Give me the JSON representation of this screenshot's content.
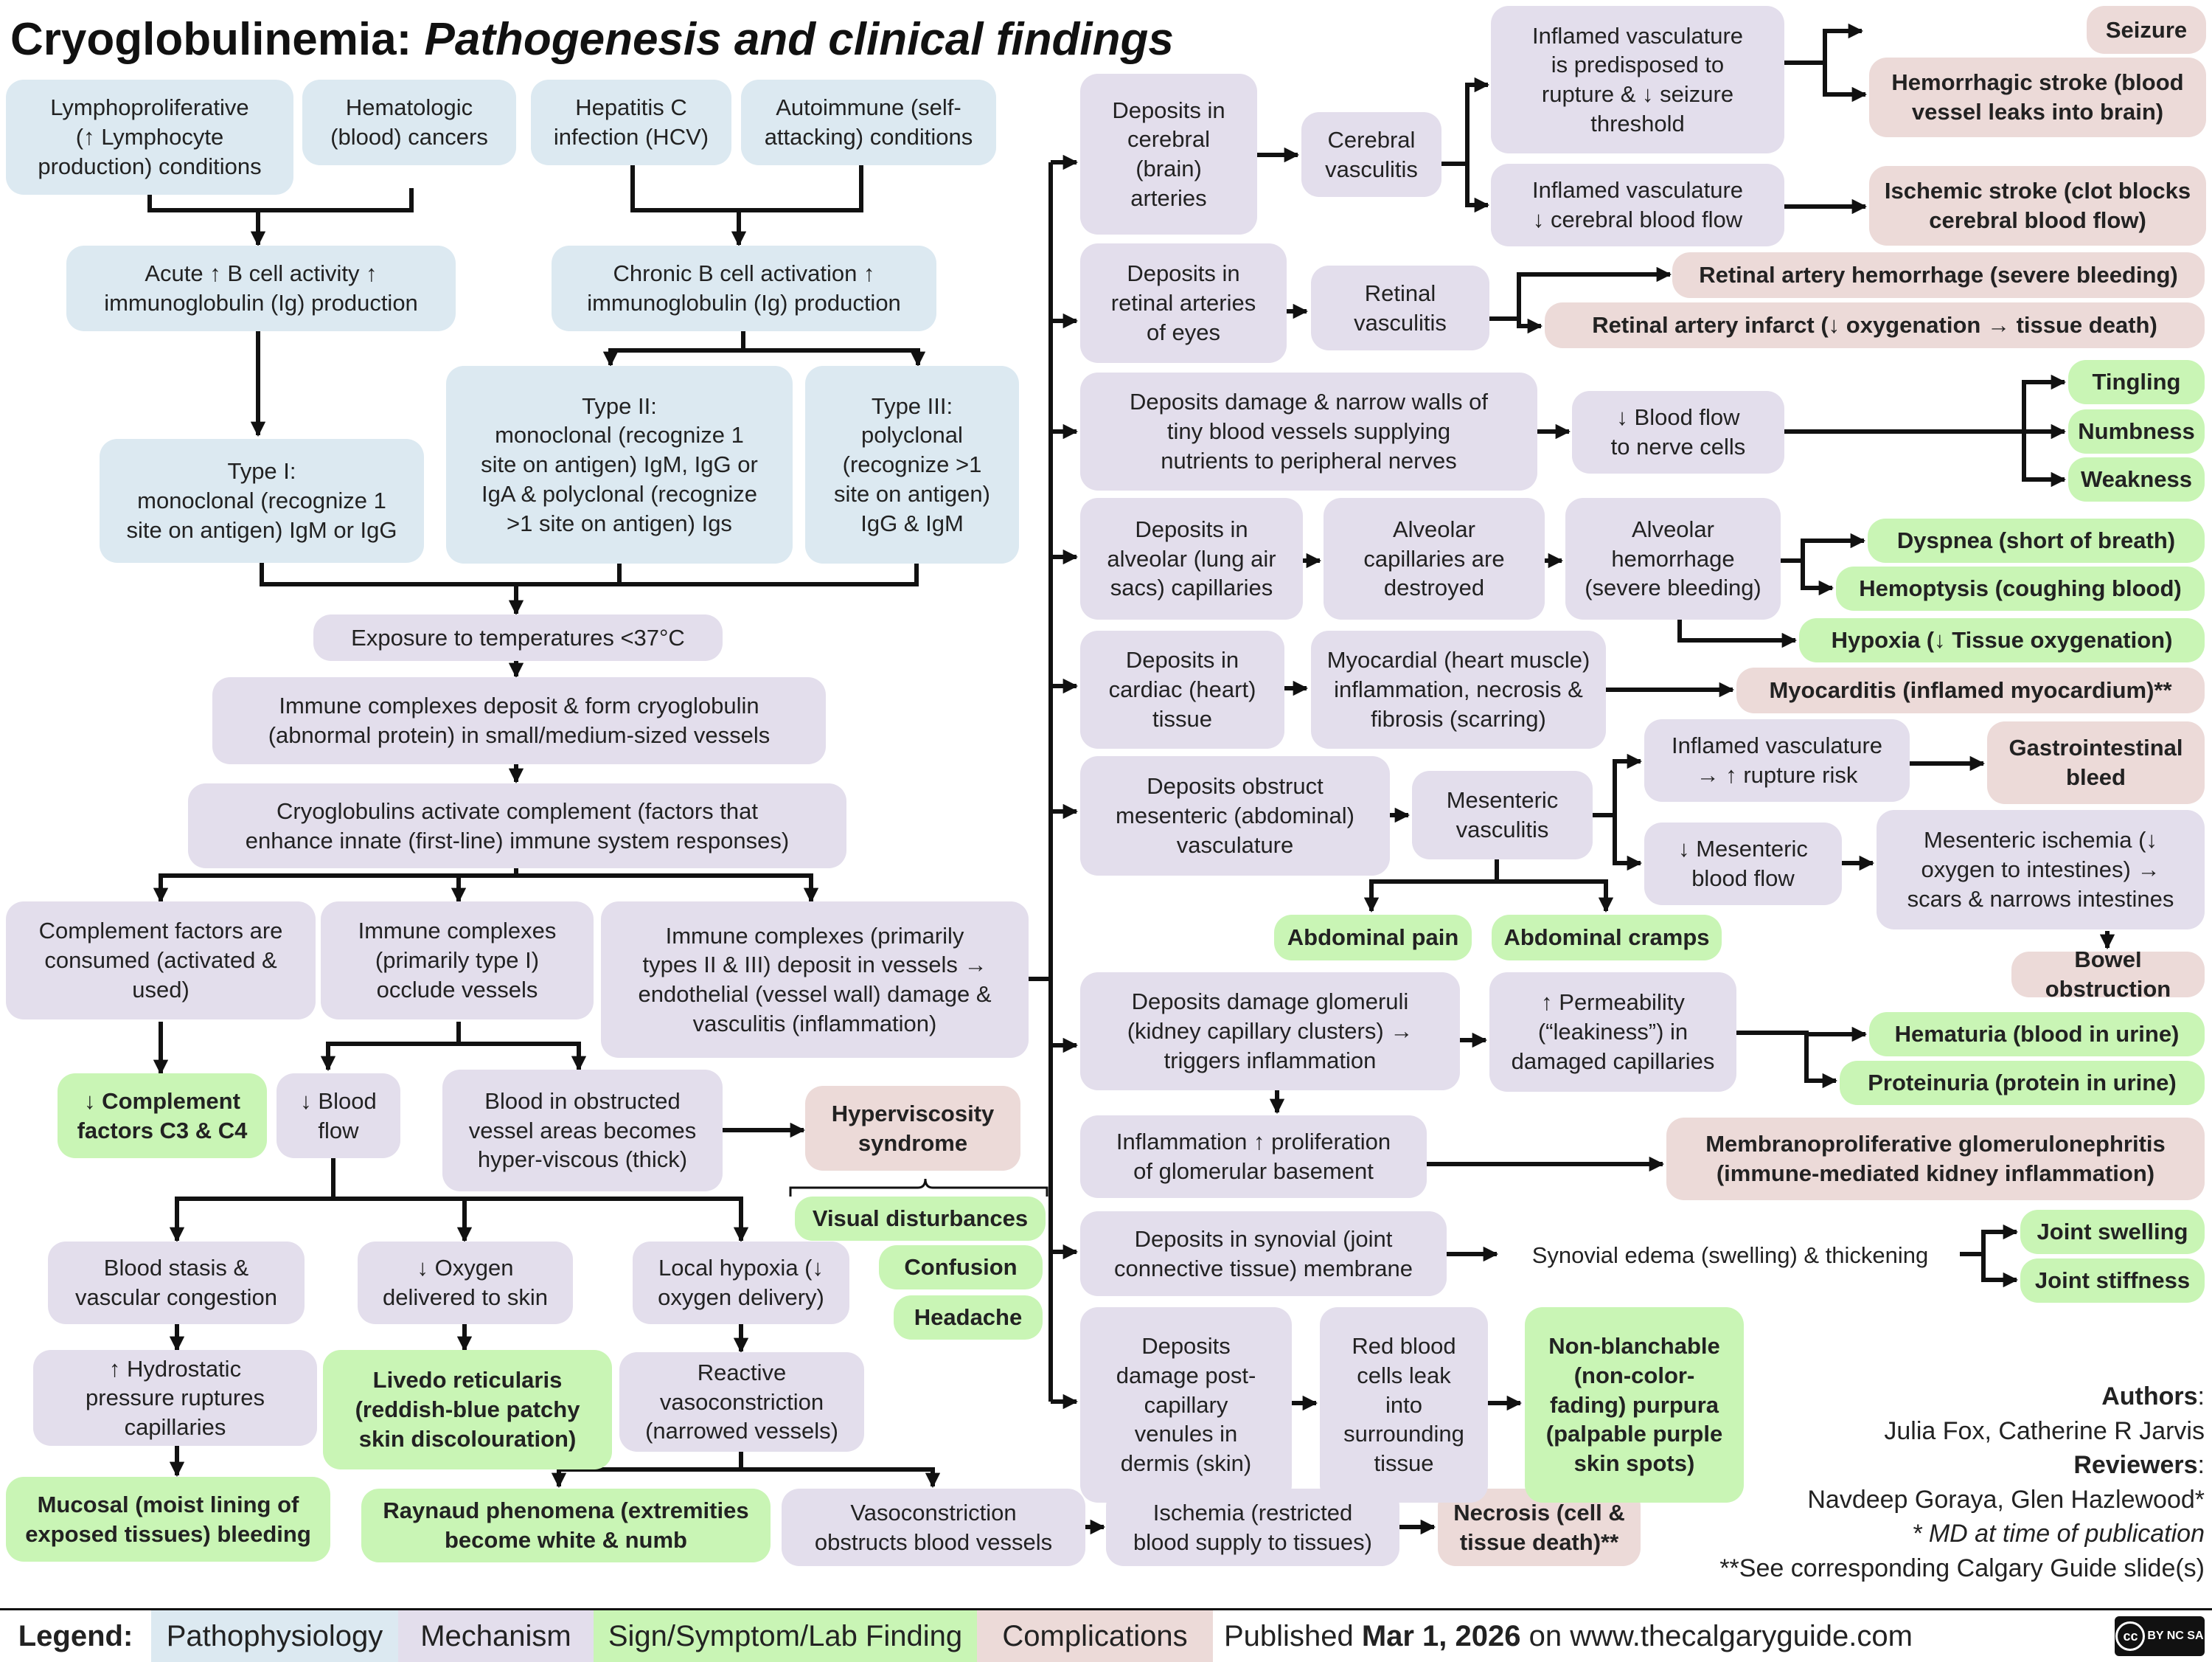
{
  "title": {
    "main": "Cryoglobulinemia:",
    "sub": "Pathogenesis and clinical findings"
  },
  "boxes": {
    "lympho": "Lymphoproliferative\n(↑ Lymphocyte\nproduction) conditions",
    "heme": "Hematologic\n(blood) cancers",
    "hcv": "Hepatitis C\ninfection (HCV)",
    "autoimmune": "Autoimmune (self-\nattacking) conditions",
    "acute_b": "Acute ↑ B cell activity ↑\nimmunoglobulin (Ig) production",
    "chronic_b": "Chronic B cell activation ↑\nimmunoglobulin (Ig) production",
    "type1": "Type I:\nmonoclonal (recognize 1\nsite on antigen) IgM or IgG",
    "type2": "Type II:\nmonoclonal (recognize 1\nsite on antigen) IgM, IgG or\nIgA & polyclonal (recognize\n>1 site on antigen) Igs",
    "type3": "Type III:\npolyclonal\n(recognize >1\nsite on antigen)\nIgG & IgM",
    "exposure": "Exposure to temperatures <37°C",
    "immune_deposit": "Immune complexes deposit & form cryoglobulin\n(abnormal protein) in small/medium-sized vessels",
    "activate_complement": "Cryoglobulins activate complement (factors that\nenhance innate (first-line) immune system responses)",
    "complement_consumed": "Complement factors are\nconsumed (activated &\nused)",
    "immune_occlude": "Immune complexes\n(primarily type I)\nocclude vessels",
    "immune_vessels": "Immune complexes (primarily\ntypes II & III) deposit in vessels →\nendothelial (vessel wall) damage &\nvasculitis (inflammation)",
    "low_complement": "↓ Complement\nfactors C3 & C4",
    "low_blood_flow": "↓ Blood\nflow",
    "hyperviscous": "Blood in obstructed\nvessel areas becomes\nhyper-viscous (thick)",
    "hyperviscosity": "Hyperviscosity\nsyndrome",
    "visual": "Visual disturbances",
    "confusion": "Confusion",
    "headache": "Headache",
    "blood_stasis": "Blood stasis &\nvascular congestion",
    "low_oxygen_skin": "↓ Oxygen\ndelivered to skin",
    "local_hypoxia": "Local hypoxia (↓\noxygen delivery)",
    "hydrostatic": "↑ Hydrostatic\npressure ruptures\ncapillaries",
    "livedo": "Livedo reticularis\n(reddish-blue patchy\nskin discolouration)",
    "reactive_vaso": "Reactive\nvasoconstriction\n(narrowed vessels)",
    "mucosal": "Mucosal (moist lining of\nexposed tissues) bleeding",
    "raynaud": "Raynaud phenomena (extremities\nbecome white & numb",
    "vaso_obstructs": "Vasoconstriction\nobstructs blood vessels",
    "ischemia": "Ischemia (restricted\nblood supply to tissues)",
    "necrosis": "Necrosis (cell &\ntissue death)**",
    "cerebral_deposits": "Deposits in\ncerebral\n(brain)\narteries",
    "cerebral_vasc": "Cerebral\nvasculitis",
    "inflamed_rupture": "Inflamed vasculature\nis predisposed to\nrupture & ↓ seizure\nthreshold",
    "inflamed_cbf": "Inflamed vasculature\n↓ cerebral blood flow",
    "seizure": "Seizure",
    "hemorrhagic_stroke": "Hemorrhagic stroke (blood\nvessel leaks into brain)",
    "ischemic_stroke": "Ischemic stroke (clot blocks\ncerebral blood flow)",
    "retinal_deposits": "Deposits in\nretinal arteries\nof eyes",
    "retinal_vasc": "Retinal\nvasculitis",
    "retinal_hem": "Retinal artery hemorrhage (severe bleeding)",
    "retinal_infarct": "Retinal artery infarct (↓ oxygenation → tissue death)",
    "nerve_deposits": "Deposits damage & narrow walls of\ntiny blood vessels supplying\nnutrients to peripheral nerves",
    "nerve_flow": "↓ Blood flow\nto nerve cells",
    "tingling": "Tingling",
    "numbness": "Numbness",
    "weakness": "Weakness",
    "alveolar_deposits": "Deposits in\nalveolar (lung air\nsacs) capillaries",
    "alveolar_destroyed": "Alveolar\ncapillaries are\ndestroyed",
    "alveolar_hem": "Alveolar\nhemorrhage\n(severe bleeding)",
    "dyspnea": "Dyspnea (short of breath)",
    "hemoptysis": "Hemoptysis (coughing blood)",
    "hypoxia": "Hypoxia (↓ Tissue oxygenation)",
    "cardiac_deposits": "Deposits in\ncardiac (heart)\ntissue",
    "myocardial": "Myocardial (heart muscle)\ninflammation, necrosis &\nfibrosis (scarring)",
    "myocarditis": "Myocarditis (inflamed myocardium)**",
    "mesenteric_deposits": "Deposits obstruct\nmesenteric (abdominal)\nvasculature",
    "mesenteric_vasc": "Mesenteric\nvasculitis",
    "inflamed_rupture_risk": "Inflamed vasculature\n→ ↑ rupture risk",
    "gi_bleed": "Gastrointestinal\nbleed",
    "mesenteric_flow": "↓ Mesenteric\nblood flow",
    "mesenteric_ischemia": "Mesenteric ischemia (↓\noxygen to intestines) →\nscars & narrows intestines",
    "abdominal_pain": "Abdominal pain",
    "abdominal_cramps": "Abdominal cramps",
    "bowel_obstruction": "Bowel obstruction",
    "glomeruli_deposits": "Deposits damage glomeruli\n(kidney capillary clusters) →\ntriggers inflammation",
    "permeability": "↑ Permeability\n(“leakiness”) in\ndamaged capillaries",
    "hematuria": "Hematuria (blood in urine)",
    "proteinuria": "Proteinuria (protein in urine)",
    "glomerular_prolif": "Inflammation ↑ proliferation\nof glomerular basement",
    "mpgn": "Membranoproliferative glomerulonephritis\n(immune-mediated kidney inflammation)",
    "synovial_deposits": "Deposits in synovial (joint\nconnective tissue) membrane",
    "synovial_edema": "Synovial edema (swelling) & thickening",
    "joint_swelling": "Joint swelling",
    "joint_stiffness": "Joint stiffness",
    "skin_deposits": "Deposits\ndamage post-\ncapillary\nvenules in\ndermis (skin)",
    "rbc_leak": "Red blood\ncells leak\ninto\nsurrounding\ntissue",
    "purpura": "Non-blanchable\n(non-color-\nfading) purpura\n(palpable purple\nskin spots)"
  },
  "authors": {
    "authors_label": "Authors",
    "authors_names": "Julia Fox, Catherine R Jarvis",
    "reviewers_label": "Reviewers",
    "reviewers_names": "Navdeep Goraya, Glen Hazlewood*",
    "note1": "* MD at time of publication",
    "note2": "**See corresponding Calgary Guide slide(s)"
  },
  "legend": {
    "label": "Legend:",
    "pathophysiology": "Pathophysiology",
    "mechanism": "Mechanism",
    "sign": "Sign/Symptom/Lab Finding",
    "complications": "Complications",
    "published_prefix": "Published",
    "published_date": "Mar 1, 2026",
    "published_suffix": "on www.thecalgaryguide.com",
    "license": "BY NC SA"
  },
  "colors": {
    "pathophysiology": "#dce9f1",
    "mechanism": "#e3deec",
    "sign": "#c9f5b5",
    "complication": "#ecdad8"
  }
}
